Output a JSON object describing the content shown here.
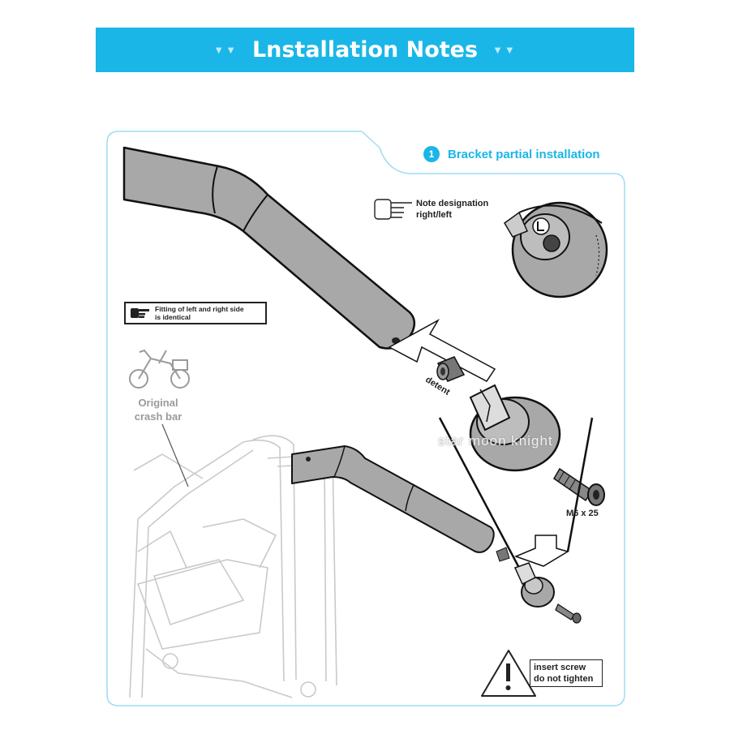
{
  "header": {
    "title": "Lnstallation Notes",
    "decor_left": "▼▼",
    "decor_right": "▼▼"
  },
  "step": {
    "number": "1",
    "label": "Bracket partial installation"
  },
  "notes": {
    "designation_line1": "Note designation",
    "designation_line2": "right/left",
    "fitting_line1": "Fitting of left and right side",
    "fitting_line2": "is identical",
    "original_line1": "Original",
    "original_line2": "crash bar",
    "detent": "detent",
    "screw_spec": "M6 x 25",
    "warning_line1": "insert screw",
    "warning_line2": "do not tighten"
  },
  "watermark": "star moon knight",
  "colors": {
    "accent": "#1ab6e8",
    "frame": "#9fdcf2",
    "part_fill": "#a8a8a8",
    "ghost": "#c9c9c9"
  },
  "icons": [
    "hand-pointing-icon",
    "motorcycle-icon",
    "warning-triangle-icon"
  ]
}
